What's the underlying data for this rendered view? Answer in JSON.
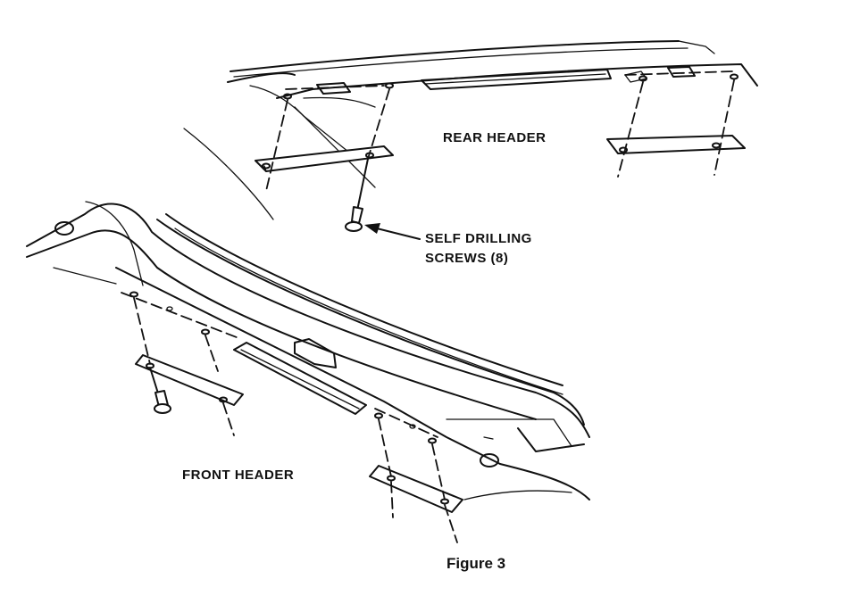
{
  "labels": {
    "rear_header": "REAR HEADER",
    "self_drilling_line1": "SELF DRILLING",
    "self_drilling_line2": "SCREWS (8)",
    "front_header": "FRONT HEADER"
  },
  "caption": "Figure 3"
}
